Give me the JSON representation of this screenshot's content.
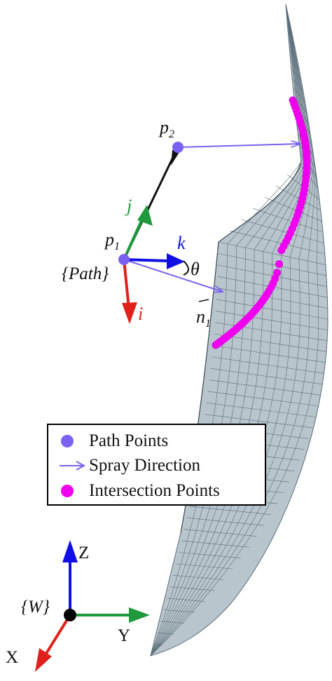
{
  "labels": {
    "p1": "p",
    "p1_sub": "1",
    "p2": "p",
    "p2_sub": "2",
    "path_frame": "{Path}",
    "i": "i",
    "j": "j",
    "k": "k",
    "theta": "θ",
    "n": "n",
    "n_sub": "1",
    "world_frame": "{W}",
    "axis_x": "X",
    "axis_y": "Y",
    "axis_z": "Z"
  },
  "legend": {
    "items": [
      {
        "label": "Path Points",
        "symbol": "dot",
        "color": "#7b61f0"
      },
      {
        "label": "Spray Direction",
        "symbol": "arrow",
        "color": "#7b61f0"
      },
      {
        "label": "Intersection Points",
        "symbol": "dot",
        "color": "#ee00ee"
      }
    ]
  },
  "colors": {
    "path_point": "#7b61f0",
    "spray": "#7b61f0",
    "intersection": "#ee00ee",
    "axis_i": "#e0211b",
    "axis_j": "#1e9a3c",
    "axis_k": "#1010e6",
    "axis_x": "#e0211b",
    "axis_y": "#1e9a3c",
    "axis_z": "#1010e6",
    "surface_fill": "#b9c5cc",
    "surface_line": "#5a6d78",
    "frame_origin": "#000000"
  }
}
